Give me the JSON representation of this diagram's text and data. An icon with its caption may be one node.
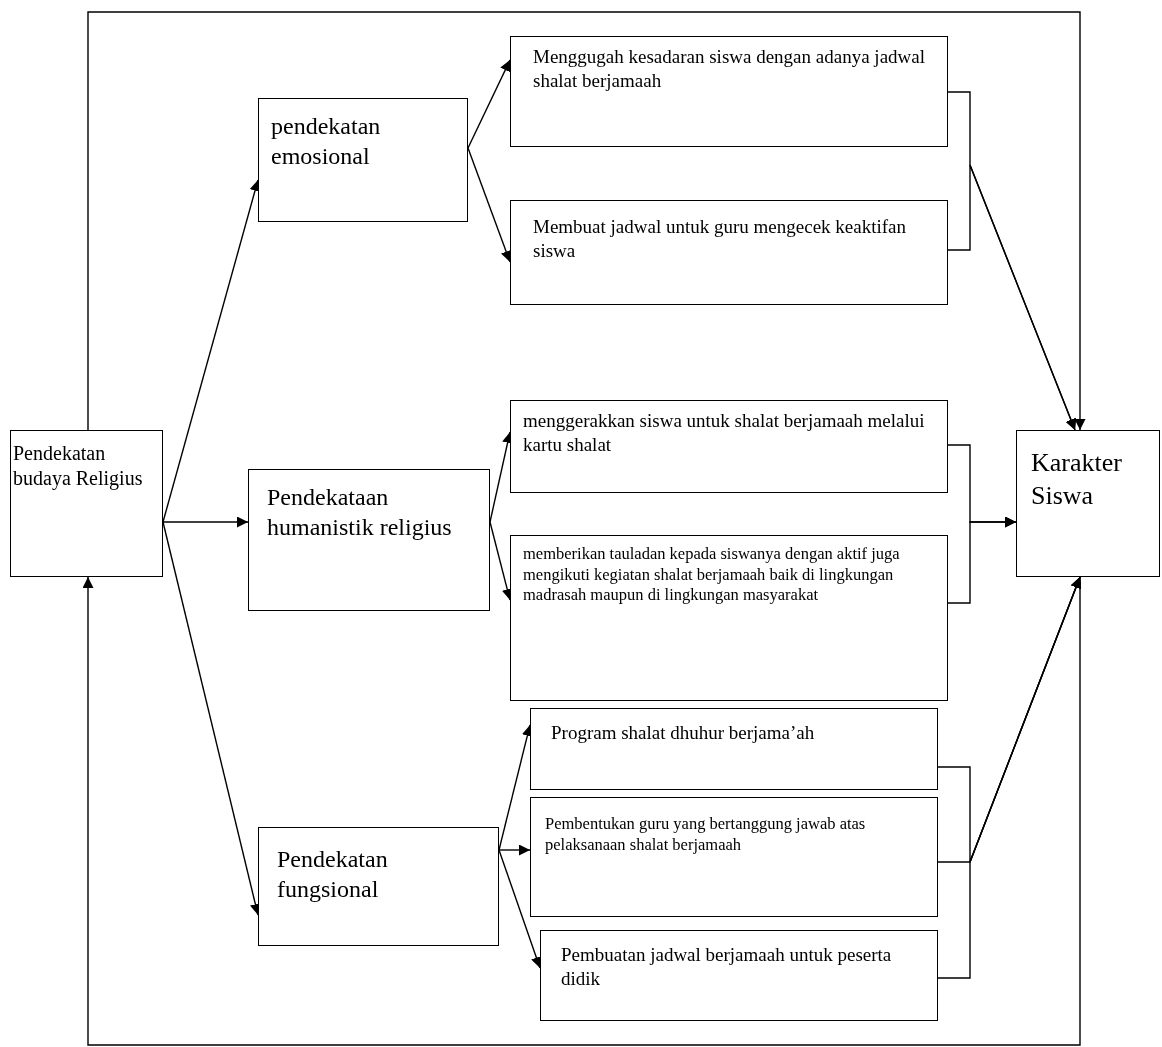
{
  "diagram": {
    "nodes": [
      {
        "text": [
          "Pendekatan budaya Religius"
        ]
      },
      {
        "text": [
          "pendekatan emosional"
        ]
      },
      {
        "text": [
          "Pendekataan humanistik religius"
        ]
      },
      {
        "text": [
          "Pendekatan fungsional"
        ]
      },
      {
        "text": [
          "Menggugah kesadaran siswa dengan adanya jadwal shalat berjamaah"
        ]
      },
      {
        "text": [
          "Membuat jadwal untuk guru mengecek keaktifan siswa"
        ]
      },
      {
        "text": [
          "menggerakkan siswa untuk shalat berjamaah melalui kartu shalat"
        ]
      },
      {
        "text": [
          "memberikan tauladan kepada siswanya dengan aktif juga mengikuti kegiatan shalat berjamaah baik di lingkungan madrasah maupun di lingkungan masyarakat"
        ]
      },
      {
        "text": [
          "Program shalat dhuhur berjama’ah"
        ]
      },
      {
        "text": [
          "Pembentukan guru yang bertanggung jawab atas pelaksanaan shalat berjamaah"
        ]
      },
      {
        "text": [
          "Pembuatan jadwal berjamaah untuk peserta didik"
        ]
      },
      {
        "text": [
          "Karakter Siswa"
        ]
      }
    ],
    "edges": [
      {
        "from": 0,
        "to": 1,
        "arrow": "to"
      },
      {
        "from": 0,
        "to": 2,
        "arrow": "to"
      },
      {
        "from": 0,
        "to": 3,
        "arrow": "to"
      },
      {
        "from": 1,
        "to": 4,
        "arrow": "to"
      },
      {
        "from": 1,
        "to": 5,
        "arrow": "to"
      },
      {
        "from": 2,
        "to": 6,
        "arrow": "to"
      },
      {
        "from": 2,
        "to": 7,
        "arrow": "to"
      },
      {
        "from": 3,
        "to": 8,
        "arrow": "to"
      },
      {
        "from": 3,
        "to": 9,
        "arrow": "to"
      },
      {
        "from": 3,
        "to": 10,
        "arrow": "to"
      },
      {
        "from": 4,
        "to": 11,
        "arrow": "to"
      },
      {
        "from": 5,
        "to": 11,
        "arrow": "to"
      },
      {
        "from": 6,
        "to": 11,
        "arrow": "to"
      },
      {
        "from": 7,
        "to": 11,
        "arrow": "to"
      },
      {
        "from": 8,
        "to": 11,
        "arrow": "to"
      },
      {
        "from": 9,
        "to": 11,
        "arrow": "to"
      },
      {
        "from": 10,
        "to": 11,
        "arrow": "to"
      },
      {
        "from": 0,
        "to": 11,
        "arrow": "to"
      },
      {
        "from": 11,
        "to": 0,
        "arrow": "to"
      }
    ]
  }
}
